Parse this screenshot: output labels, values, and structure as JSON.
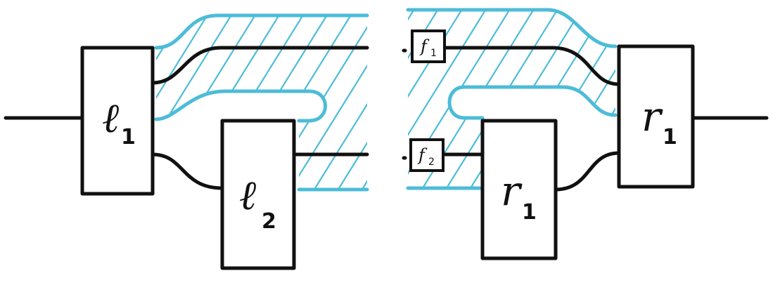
{
  "colors": {
    "ink": "#111111",
    "hatch_region": "#4dbcd8",
    "background": "#ffffff"
  },
  "boxes": {
    "l1": {
      "letter": "ℓ",
      "sub": "1"
    },
    "l2": {
      "letter": "ℓ",
      "sub": "2"
    },
    "r1_lower": {
      "letter": "r",
      "sub": "1"
    },
    "r1_right": {
      "letter": "r",
      "sub": "1"
    },
    "f1": {
      "letter": "f",
      "sub": "1"
    },
    "f2": {
      "letter": "f",
      "sub": "2"
    }
  }
}
